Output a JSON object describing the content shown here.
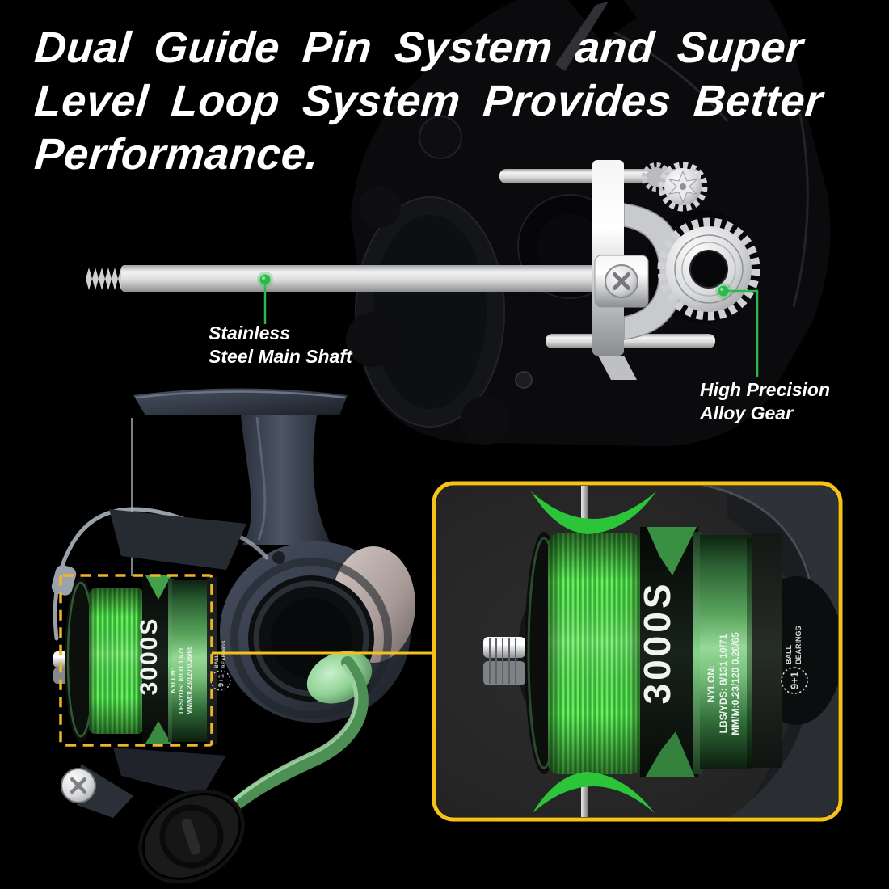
{
  "headline": {
    "lines": [
      "Dual Guide Pin System and Super",
      "Level Loop System Provides Better",
      "Performance."
    ]
  },
  "annotations": {
    "main_shaft": {
      "lines": [
        "Stainless",
        "Steel Main Shaft"
      ]
    },
    "alloy_gear": {
      "lines": [
        "High Precision",
        "Alloy Gear"
      ]
    }
  },
  "reel_photo": {
    "spool": {
      "model": "3000S",
      "specs": [
        "NYLON:",
        "LBS/YDS: 8/131 10/71",
        "MM/M:0.23/120 0.26/65"
      ],
      "bearings": [
        "9+1",
        "BALL",
        "BEARINGS"
      ]
    }
  },
  "inset": {
    "spool": {
      "model": "3000S",
      "specs": [
        "NYLON:",
        "LBS/YDS: 8/131 10/71",
        "MM/M:0.23/120 0.26/65"
      ],
      "bearings": [
        "9+1",
        "BALL",
        "BEARINGS"
      ]
    }
  },
  "colors": {
    "background": "#000000",
    "headline_text": "#ffffff",
    "annotation_green": "#2db84b",
    "dashed_box_yellow": "#f0b429",
    "inset_border_yellow": "#f5c21c",
    "fishing_line_green": "#55dc4d",
    "swoosh_green": "#2cc438"
  }
}
